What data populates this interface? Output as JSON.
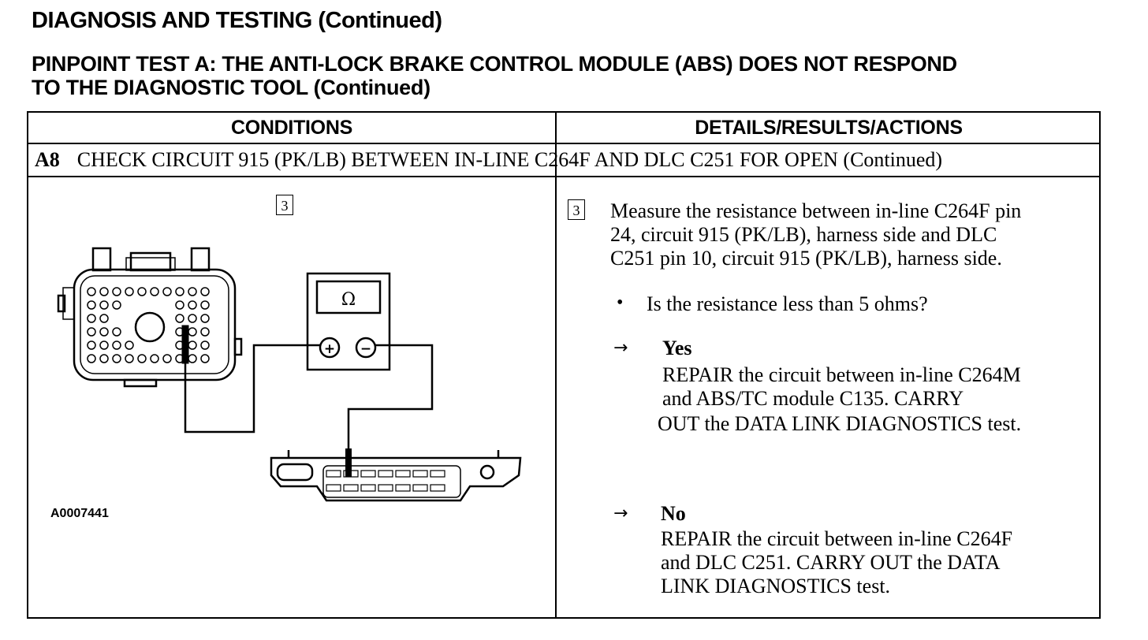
{
  "header": {
    "title": "DIAGNOSIS AND TESTING (Continued)",
    "subtitle_line1": "PINPOINT TEST A: THE ANTI-LOCK BRAKE CONTROL MODULE (ABS) DOES NOT RESPOND",
    "subtitle_line2": "TO THE DIAGNOSTIC TOOL (Continued)"
  },
  "table": {
    "col_conditions": "CONDITIONS",
    "col_details": "DETAILS/RESULTS/ACTIONS",
    "step": {
      "id": "A8",
      "title": "CHECK CIRCUIT 915 (PK/LB) BETWEEN IN-LINE C264F AND DLC C251 FOR OPEN (Continued)"
    }
  },
  "figure": {
    "step_number": "3",
    "meter_symbol": "Ω",
    "plus": "+",
    "minus": "−",
    "figure_id": "A0007441"
  },
  "details": {
    "step_number": "3",
    "instruction": [
      "Measure the resistance between in-line C264F pin",
      "24, circuit 915 (PK/LB), harness side and DLC",
      "C251 pin 10, circuit 915 (PK/LB), harness side."
    ],
    "bullet": "•",
    "question": "Is the resistance less than 5 ohms?",
    "arrow": "→",
    "yes": {
      "label": "Yes",
      "lines": [
        "REPAIR the circuit between in-line C264M",
        "and ABS/TC module C135. CARRY",
        "OUT the DATA LINK DIAGNOSTICS test."
      ]
    },
    "no": {
      "label": "No",
      "lines": [
        "REPAIR the circuit between in-line C264F",
        "and DLC C251. CARRY OUT the DATA",
        "LINK  DIAGNOSTICS test."
      ]
    }
  }
}
